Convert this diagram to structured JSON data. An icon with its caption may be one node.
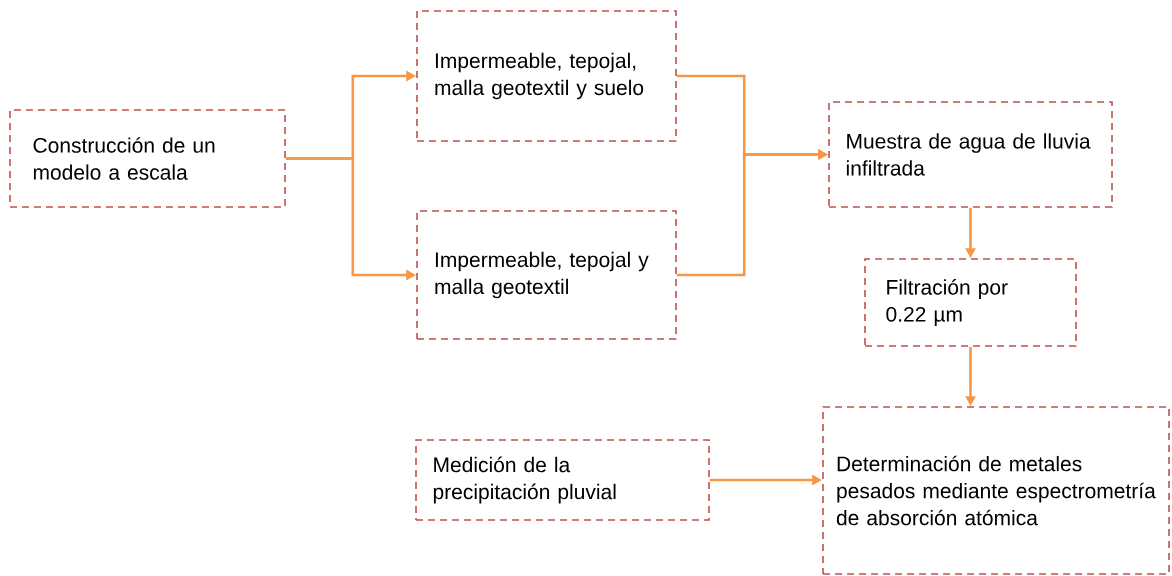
{
  "diagram": {
    "nodes": [
      {
        "text": [
          "Construcción de un modelo a escala"
        ]
      },
      {
        "text": [
          "Impermeable, tepojal, malla geotextil y suelo"
        ]
      },
      {
        "text": [
          "Impermeable, tepojal y malla geotextil"
        ]
      },
      {
        "text": [
          "Muestra de agua de lluvia infiltrada"
        ]
      },
      {
        "text": [
          "Filtración por 0.22 µm"
        ]
      },
      {
        "text": [
          "Medición de la precipitación  pluvial"
        ]
      },
      {
        "text": [
          "Determinación de metales pesados mediante espectrometría de absorción atómica"
        ]
      }
    ],
    "edges": [
      {
        "from": 0,
        "to": 1,
        "arrow": "to"
      },
      {
        "from": 0,
        "to": 2,
        "arrow": "to"
      },
      {
        "from": 1,
        "to": 3,
        "arrow": "to"
      },
      {
        "from": 2,
        "to": 3,
        "arrow": "to"
      },
      {
        "from": 3,
        "to": 4,
        "arrow": "to"
      },
      {
        "from": 4,
        "to": 6,
        "arrow": "to"
      },
      {
        "from": 5,
        "to": 6,
        "arrow": "to"
      }
    ]
  }
}
